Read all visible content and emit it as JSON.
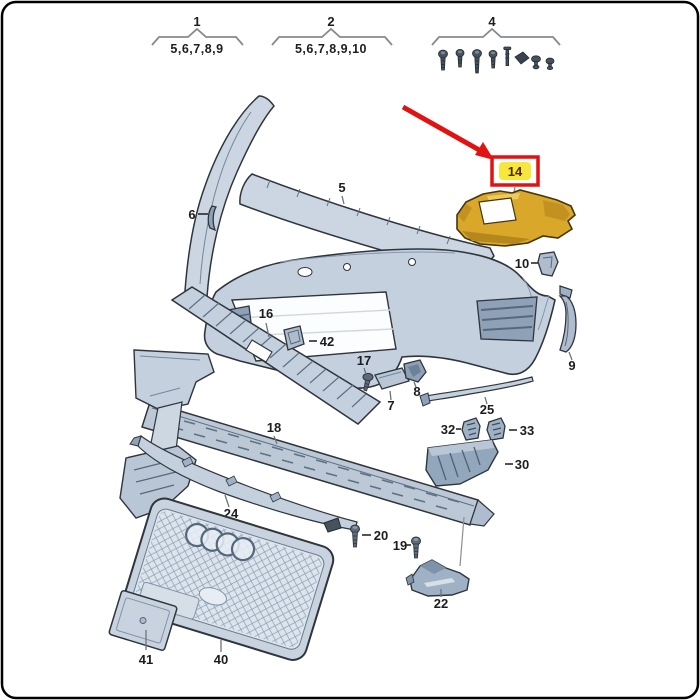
{
  "title": "front bumper exploded parts diagram",
  "legend": {
    "groups": [
      {
        "num": "1",
        "contents": "5,6,7,8,9"
      },
      {
        "num": "2",
        "contents": "5,6,7,8,9,10"
      },
      {
        "num": "4",
        "contents": ""
      }
    ]
  },
  "highlight": {
    "part_label": "14",
    "arrow_color": "#e11212",
    "box_color": "#e11212",
    "label_bg": "#f7e63c",
    "part_color": "#d9a72a"
  },
  "callouts": {
    "p5": "5",
    "p6": "6",
    "p7": "7",
    "p8": "8",
    "p9": "9",
    "p10": "10",
    "p16": "16",
    "p17": "17",
    "p18": "18",
    "p19": "19",
    "p20": "20",
    "p22": "22",
    "p24": "24",
    "p25": "25",
    "p30": "30",
    "p32": "32",
    "p33": "33",
    "p40": "40",
    "p41": "41",
    "p42": "42"
  },
  "palette": {
    "part_fill": "#c9d3df",
    "part_fill_dark": "#9fb2c5",
    "outline": "#2e353d",
    "label_color": "#1d1d1d",
    "legend_stroke": "#85898e",
    "gold_shade": "#b5871c"
  }
}
